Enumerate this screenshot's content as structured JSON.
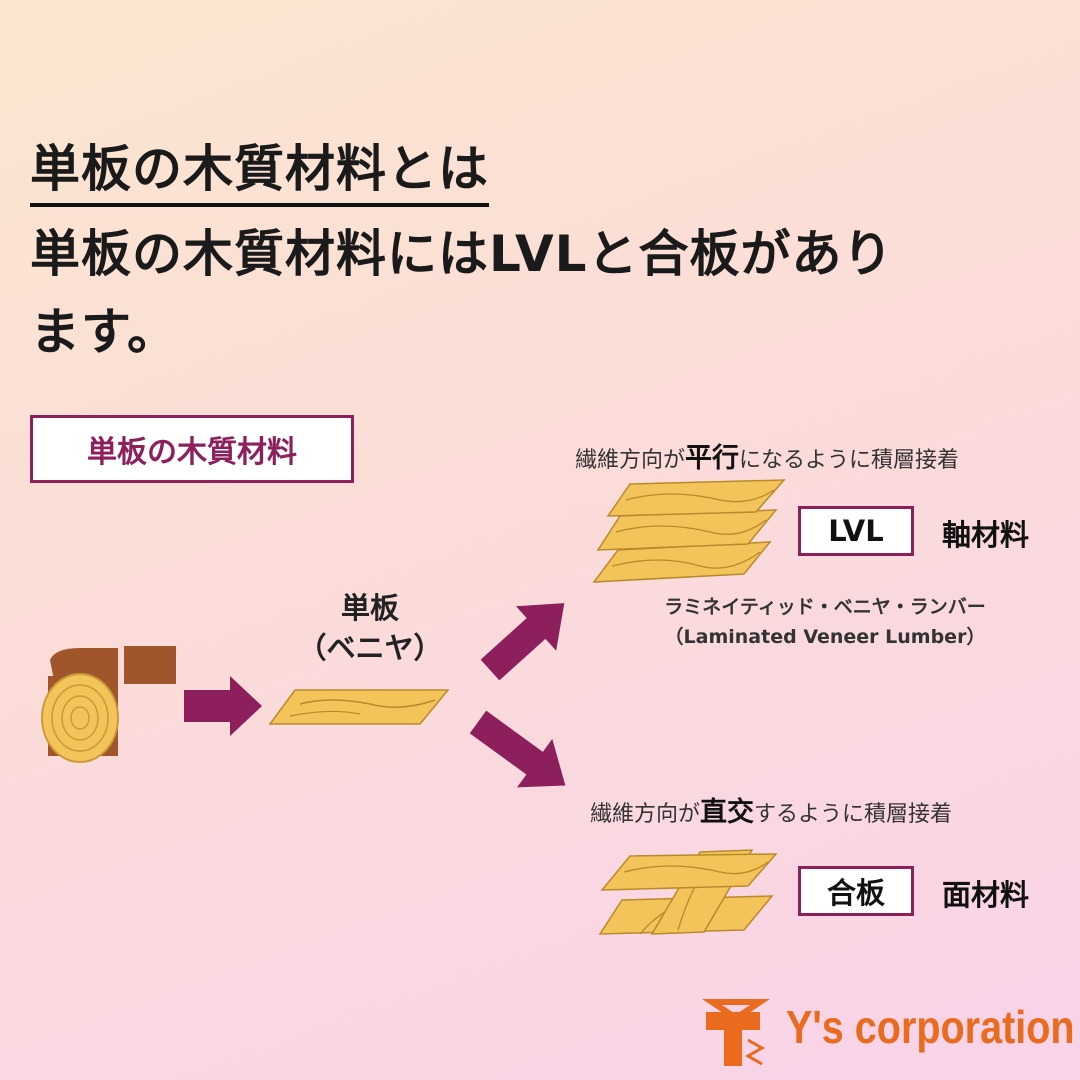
{
  "headline": {
    "title": "単板の木質材料とは",
    "line1": "単板の木質材料にはLVLと合板があり",
    "line2": "ます。"
  },
  "diagram": {
    "section_label": "単板の木質材料",
    "veneer": {
      "label": "単板",
      "sub": "（ベニヤ）"
    },
    "lvl": {
      "note_pre": "繊維方向が",
      "note_key": "平行",
      "note_post": "になるように積層接着",
      "tag": "LVL",
      "type": "軸材料",
      "fullname_ja": "ラミネイティッド・ベニヤ・ランバー",
      "fullname_en": "（Laminated Veneer Lumber）"
    },
    "plywood": {
      "note_pre": "繊維方向が",
      "note_key": "直交",
      "note_post": "するように積層接着",
      "tag": "合板",
      "type": "面材料"
    }
  },
  "brand": {
    "name": "Y's corporation",
    "color": "#ea6b1e"
  },
  "colors": {
    "accent": "#8d1f5d",
    "wood": "#f2c45a",
    "wood_grain": "#b98a2a",
    "log_bark": "#a0552a"
  }
}
